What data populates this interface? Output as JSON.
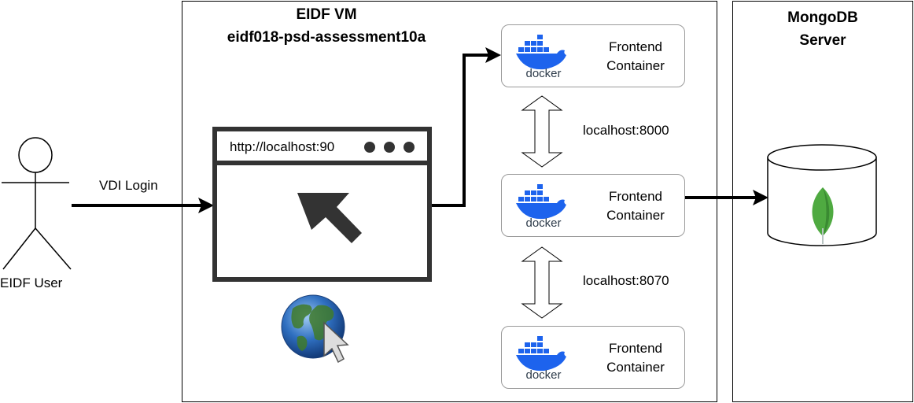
{
  "user": {
    "label": "EIDF User"
  },
  "login": {
    "label": "VDI Login"
  },
  "vm": {
    "title_line1": "EIDF VM",
    "title_line2": "eidf018-psd-assessment10a"
  },
  "browser": {
    "url": "http://localhost:90"
  },
  "containers": [
    {
      "line1": "Frontend",
      "line2": "Container",
      "logo_text": "docker"
    },
    {
      "line1": "Frontend",
      "line2": "Container",
      "logo_text": "docker"
    },
    {
      "line1": "Frontend",
      "line2": "Container",
      "logo_text": "docker"
    }
  ],
  "links": [
    {
      "label": "localhost:8000"
    },
    {
      "label": "localhost:8070"
    }
  ],
  "mongo": {
    "title_line1": "MongoDB",
    "title_line2": "Server"
  },
  "colors": {
    "docker_blue": "#1d63ed",
    "mongo_green": "#4faa41",
    "browser_dark": "#333333"
  }
}
